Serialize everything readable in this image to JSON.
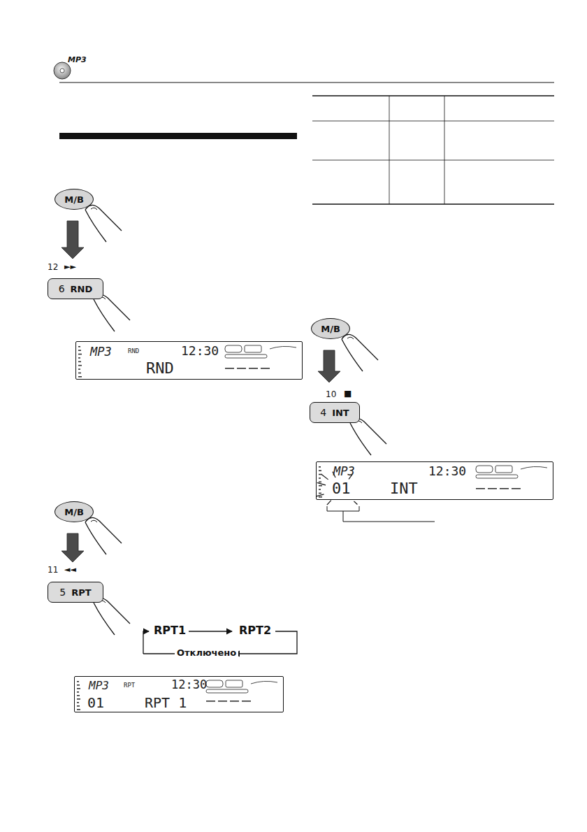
{
  "diagram": {
    "nodes": [
      {
        "text": [
          "M/B"
        ]
      },
      {
        "text": [
          "6",
          "RND"
        ]
      },
      {
        "text": [
          "MP3",
          "RND",
          "12:30",
          "RND"
        ]
      },
      {
        "text": [
          "M/B"
        ]
      },
      {
        "text": [
          "5",
          "RPT"
        ]
      },
      {
        "text": [
          "MP3",
          "RPT",
          "12:30",
          "01",
          "RPT 1"
        ]
      },
      {
        "text": [
          "M/B"
        ]
      },
      {
        "text": [
          "4",
          "INT"
        ]
      },
      {
        "text": [
          "MP3",
          "12:30",
          "01",
          "INT"
        ]
      }
    ],
    "edges": [
      {
        "from": 0,
        "to": 1,
        "arrow": "to"
      },
      {
        "from": 3,
        "to": 4,
        "arrow": "to"
      },
      {
        "from": 6,
        "to": 7,
        "arrow": "to"
      }
    ],
    "labels": [
      "MP3",
      "12",
      "►►",
      "11",
      "◄◄",
      "RPT1",
      "RPT2",
      "Отключено",
      "10",
      "■"
    ]
  }
}
